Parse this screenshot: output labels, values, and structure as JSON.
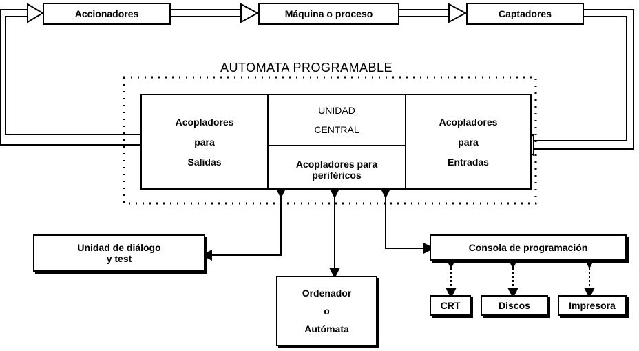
{
  "top_row": {
    "accionadores": "Accionadores",
    "maquina": "Máquina o proceso",
    "captadores": "Captadores"
  },
  "plc": {
    "title": "AUTOMATA PROGRAMABLE",
    "salidas": [
      "Acopladores",
      "para",
      "Salidas"
    ],
    "unidad_central": [
      "UNIDAD",
      "CENTRAL"
    ],
    "perifericos": [
      "Acopladores para",
      "periféricos"
    ],
    "entradas": [
      "Acopladores",
      "para",
      "Entradas"
    ]
  },
  "peripherals": {
    "dialogo": [
      "Unidad de diálogo",
      "y test"
    ],
    "ordenador": [
      "Ordenador",
      "o",
      "Autómata"
    ],
    "consola": "Consola de programación",
    "crt": "CRT",
    "discos": "Discos",
    "impresora": "Impresora"
  }
}
